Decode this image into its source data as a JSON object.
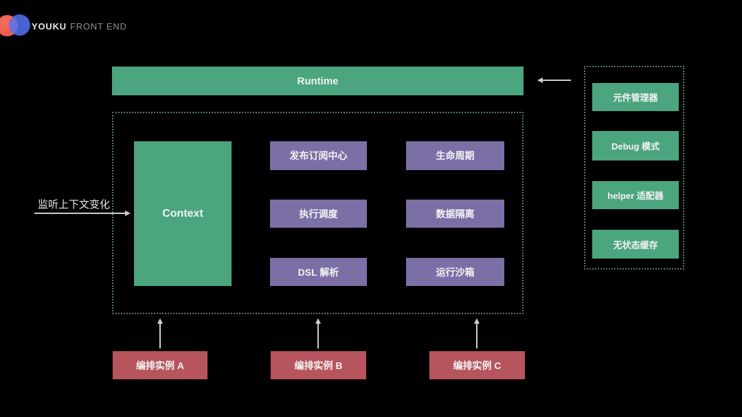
{
  "brand": {
    "name": "YOUKU",
    "suffix": "FRONT END"
  },
  "colors": {
    "background": "#000000",
    "green": "#4ba57e",
    "purple": "#7b6fa6",
    "red": "#b7555e",
    "dashed_border": "#4e8168",
    "arrow": "#cfcfcf"
  },
  "runtime": {
    "label": "Runtime"
  },
  "context": {
    "label": "Context"
  },
  "modules": [
    {
      "label": "发布订阅中心"
    },
    {
      "label": "生命周期"
    },
    {
      "label": "执行调度"
    },
    {
      "label": "数据隔离"
    },
    {
      "label": "DSL 解析"
    },
    {
      "label": "运行沙箱"
    }
  ],
  "side_panel": {
    "items": [
      {
        "label": "元件管理器"
      },
      {
        "label": "Debug 模式"
      },
      {
        "label": "helper 适配器"
      },
      {
        "label": "无状态缓存"
      }
    ]
  },
  "left_annotation": {
    "label": "监听上下文变化"
  },
  "instances": [
    {
      "label": "编排实例 A"
    },
    {
      "label": "编排实例 B"
    },
    {
      "label": "编排实例 C"
    }
  ]
}
